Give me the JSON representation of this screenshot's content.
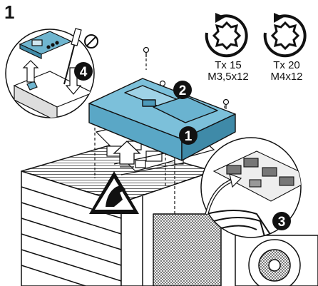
{
  "figure": {
    "number": "1",
    "torx_left": {
      "size": "Tx 15",
      "screw": "M3,5x12",
      "icon": "torx-rotate-ccw-icon"
    },
    "torx_right": {
      "size": "Tx 20",
      "screw": "M4x12",
      "icon": "torx-rotate-ccw-icon"
    },
    "steps": [
      "1",
      "2",
      "3",
      "4"
    ],
    "icons": [
      "flat-screwdriver-icon",
      "esd-warning-icon",
      "up-arrow-icon",
      "down-arrow-icon",
      "rotate-arrow-icon"
    ],
    "colors": {
      "cover": "#6fb5cf",
      "cover_dark": "#3f8aa8",
      "step_badge": "#111111",
      "line": "#111111"
    }
  }
}
